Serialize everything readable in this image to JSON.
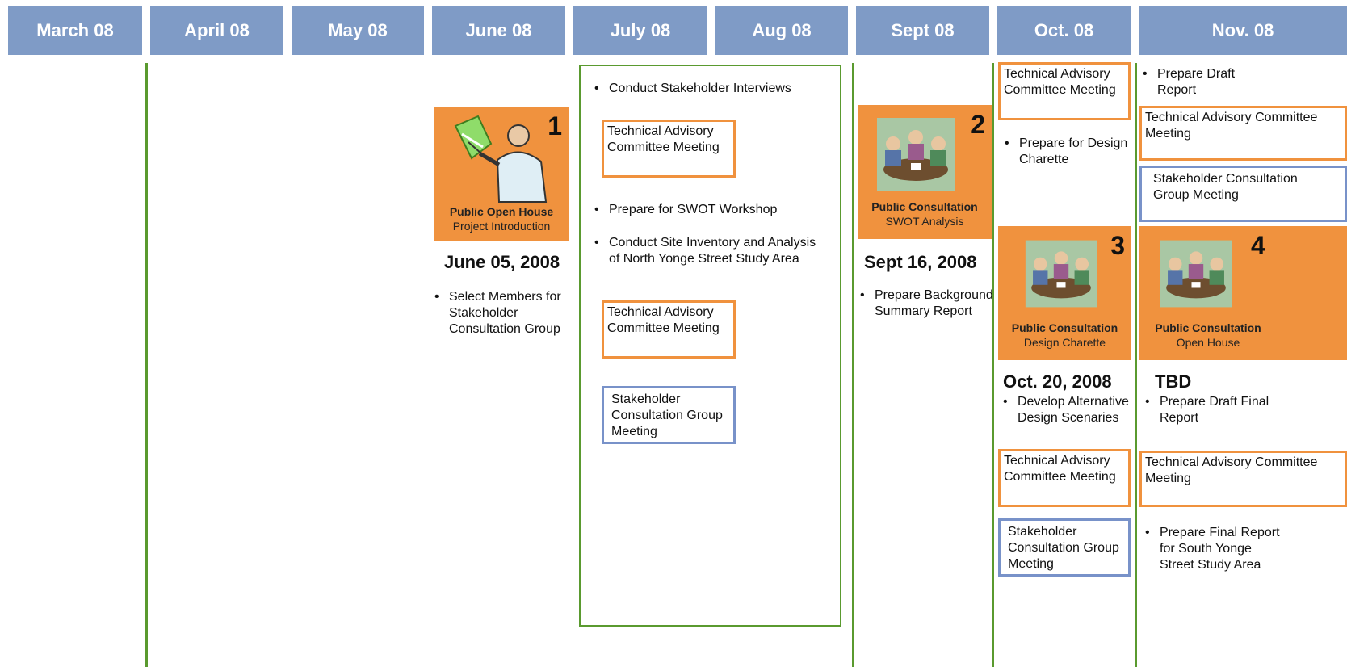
{
  "months": [
    "March 08",
    "April 08",
    "May 08",
    "June 08",
    "July 08",
    "Aug 08",
    "Sept 08",
    "Oct. 08",
    "Nov. 08"
  ],
  "june": {
    "card": {
      "number": "1",
      "title": "Public Open House",
      "subtitle": "Project Introduction"
    },
    "date": "June 05, 2008",
    "bullet": "Select Members for Stakeholder Consultation Group"
  },
  "julyaug": {
    "bullet1": "Conduct Stakeholder Interviews",
    "tac1": "Technical Advisory Committee Meeting",
    "bullet2": "Prepare for SWOT Workshop",
    "bullet3": "Conduct Site Inventory and Analysis of North Yonge Street Study Area",
    "tac2": "Technical Advisory Committee Meeting",
    "scg": "Stakeholder Consultation Group Meeting"
  },
  "sept": {
    "card": {
      "number": "2",
      "title": "Public Consultation",
      "subtitle": "SWOT Analysis"
    },
    "date": "Sept 16, 2008",
    "bullet": "Prepare Background Summary Report"
  },
  "oct": {
    "tac_top": "Technical Advisory Committee Meeting",
    "bullet1": "Prepare for Design Charette",
    "card": {
      "number": "3",
      "title": "Public Consultation",
      "subtitle": "Design Charette"
    },
    "date_prefix": "Oct.",
    "date_day": "20",
    "date_suffix": ", 2008",
    "bullet2": "Develop Alternative Design Scenaries",
    "tac_bottom": "Technical Advisory Committee Meeting",
    "scg": "Stakeholder Consultation Group Meeting"
  },
  "nov": {
    "bullet1": "Prepare Draft Report",
    "tac_top": "Technical Advisory Committee Meeting",
    "scg": "Stakeholder Consultation Group Meeting",
    "card": {
      "number": "4",
      "title": "Public Consultation",
      "subtitle": "Open House"
    },
    "date": "TBD",
    "bullet2": "Prepare Draft Final Report",
    "tac_bottom": "Technical Advisory Committee Meeting",
    "bullet3": "Prepare Final Report for South Yonge Street Study Area"
  },
  "colors": {
    "header": "#7f9bc6",
    "card": "#f0923e",
    "divider": "#5a9a2f",
    "scg_border": "#7892c9"
  }
}
